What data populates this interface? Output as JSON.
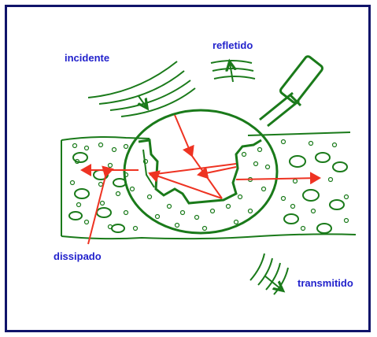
{
  "labels": {
    "incident": "incidente",
    "reflected": "refletido",
    "dissipated": "dissipado",
    "transmitted": "transmitido"
  },
  "colors": {
    "frame": "#10146a",
    "drawing": "#1a7a1a",
    "arrows": "#ee3322",
    "labels": "#2222cc"
  }
}
